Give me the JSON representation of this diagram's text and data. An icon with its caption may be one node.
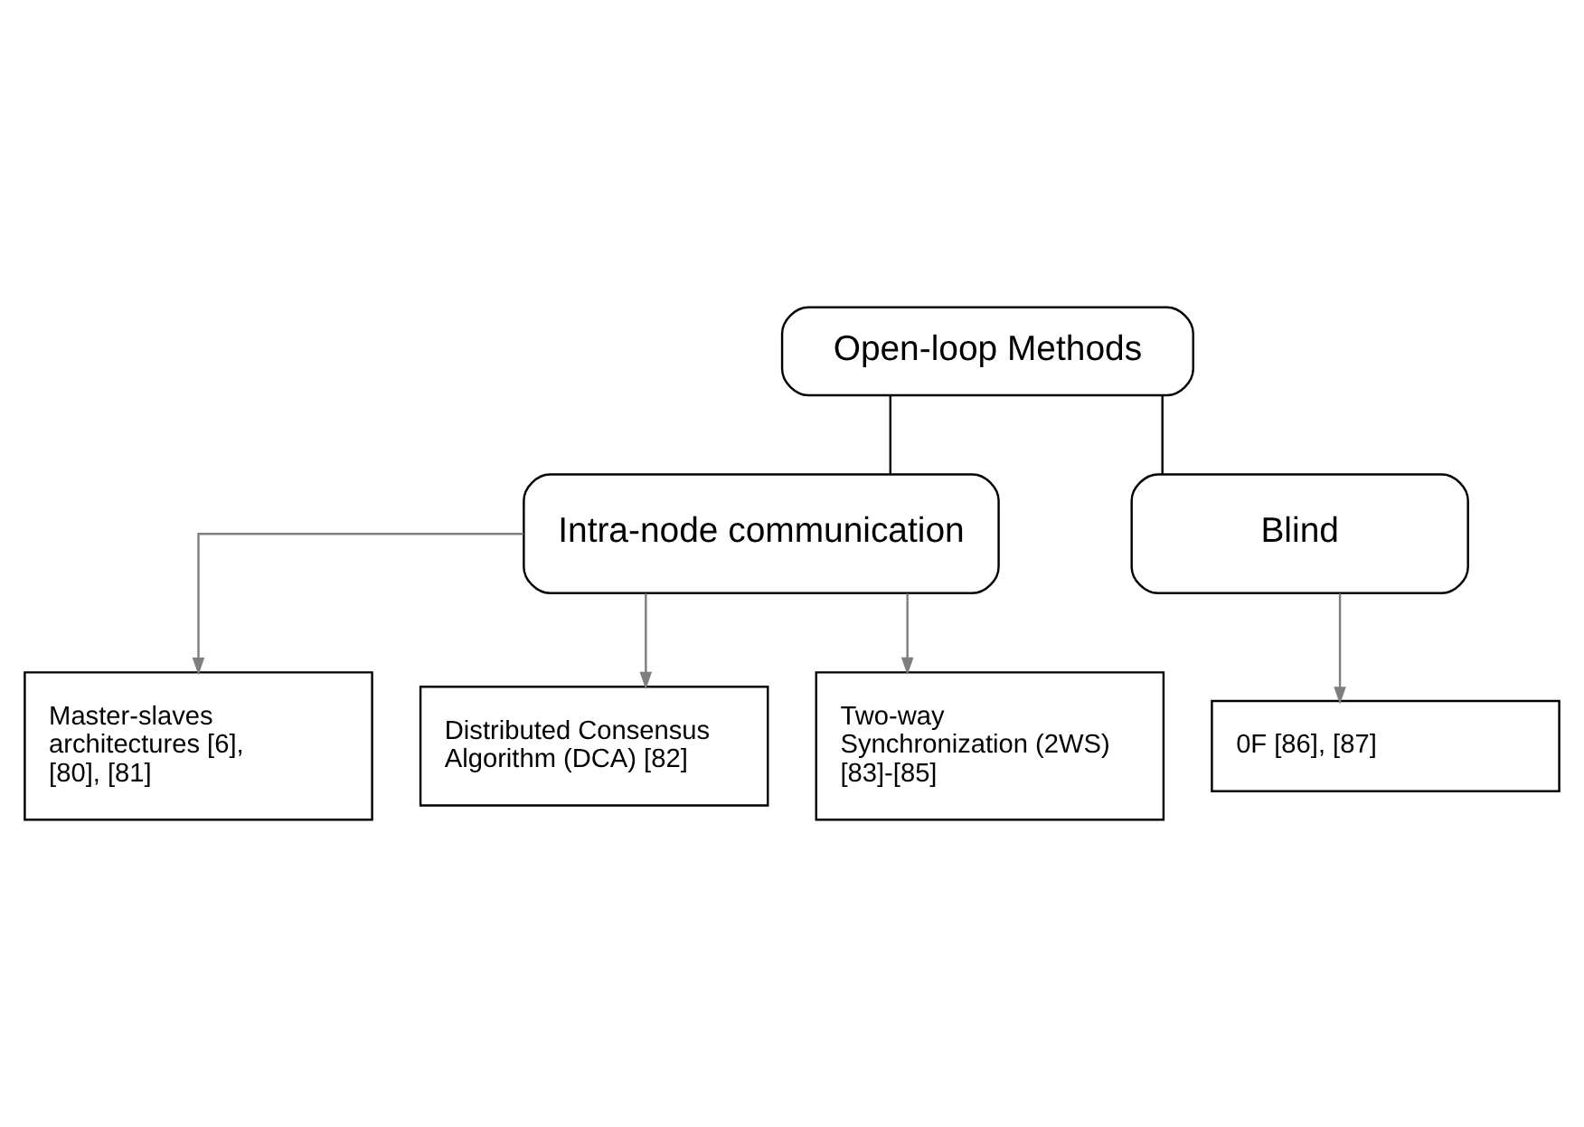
{
  "diagram": {
    "nodes": [
      {
        "text": [
          "Open-loop Methods"
        ]
      },
      {
        "text": [
          "Intra-node communication"
        ]
      },
      {
        "text": [
          "Blind"
        ]
      },
      {
        "text": [
          "Master-slaves architectures [6], [80], [81]"
        ]
      },
      {
        "text": [
          "Distributed Consensus Algorithm (DCA) [82]"
        ]
      },
      {
        "text": [
          "Two-way Synchronization (2WS) [83]-[85]"
        ]
      },
      {
        "text": [
          "0F [86], [87]"
        ]
      }
    ],
    "edges": [
      {
        "from": 0,
        "to": 1,
        "arrow": "none",
        "color": "#000000"
      },
      {
        "from": 0,
        "to": 2,
        "arrow": "none",
        "color": "#000000"
      },
      {
        "from": 1,
        "to": 3,
        "arrow": "to"
      },
      {
        "from": 1,
        "to": 4,
        "arrow": "to"
      },
      {
        "from": 1,
        "to": 5,
        "arrow": "to"
      },
      {
        "from": 2,
        "to": 6,
        "arrow": "to"
      }
    ]
  }
}
